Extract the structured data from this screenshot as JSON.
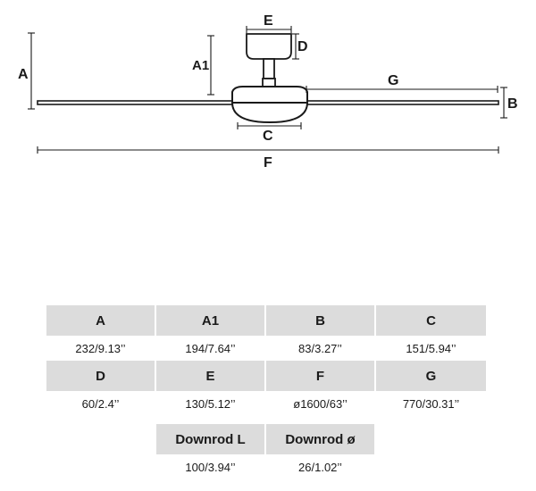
{
  "diagram": {
    "labels": {
      "A": "A",
      "A1": "A1",
      "B": "B",
      "C": "C",
      "D": "D",
      "E": "E",
      "F": "F",
      "G": "G"
    }
  },
  "table": {
    "rows": [
      {
        "headers": [
          "A",
          "A1",
          "B",
          "C"
        ],
        "values": [
          "232/9.13’’",
          "194/7.64’’",
          "83/3.27’’",
          "151/5.94’’"
        ]
      },
      {
        "headers": [
          "D",
          "E",
          "F",
          "G"
        ],
        "values": [
          "60/2.4’’",
          "130/5.12’’",
          "ø1600/63’’",
          "770/30.31’’"
        ]
      },
      {
        "headers": [
          "Downrod L",
          "Downrod ø"
        ],
        "values": [
          "100/3.94’’",
          "26/1.02’’"
        ]
      }
    ]
  }
}
